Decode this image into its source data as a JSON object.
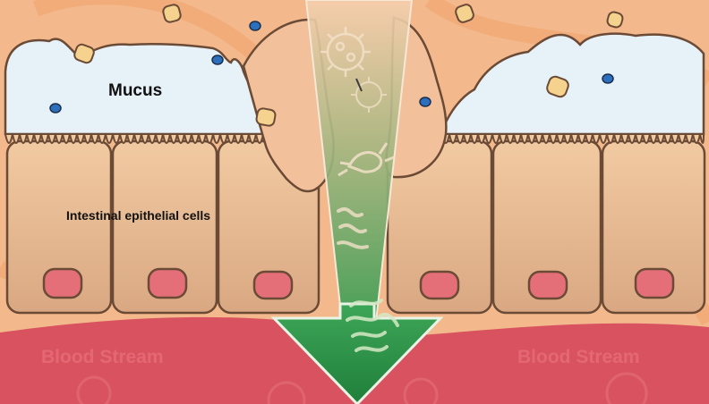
{
  "labels": {
    "mucus": "Mucus",
    "epithelial_cells": "Intestinal epithelial cells",
    "blood_stream_left": "Blood Stream",
    "blood_stream_right": "Blood Stream"
  },
  "colors": {
    "background": "#f3b98c",
    "mucus": "#e6f1f8",
    "cell": "#e8b98f",
    "nucleus": "#e56f78",
    "blood": "#d9525f",
    "arrow": "#2f9a48",
    "outline": "#6b4a36",
    "food_particle": "#f5d38e",
    "blue_particle": "#2b6fbd"
  },
  "icons": [
    "virus-icon",
    "bacterium-icon",
    "toxin-icon",
    "food-particle-icon",
    "blue-particle-icon"
  ]
}
